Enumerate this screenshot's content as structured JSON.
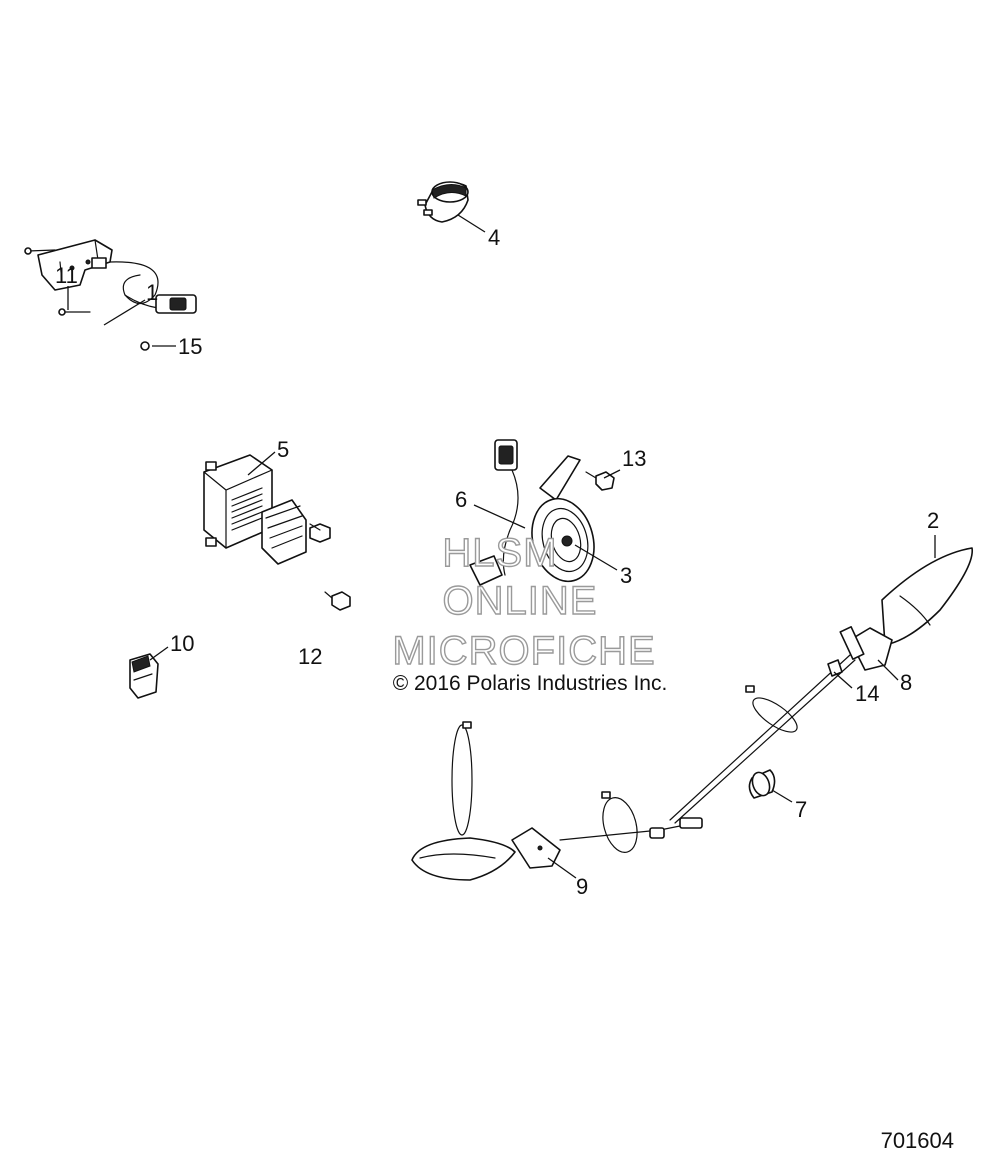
{
  "callouts": {
    "c1": "1",
    "c2": "2",
    "c3": "3",
    "c4": "4",
    "c5": "5",
    "c6": "6",
    "c7": "7",
    "c8": "8",
    "c9": "9",
    "c10": "10",
    "c11": "11",
    "c12": "12",
    "c13": "13",
    "c14": "14",
    "c15": "15"
  },
  "watermark": {
    "line1": "HLSM",
    "line2": "ONLINE",
    "line3": "MICROFICHE"
  },
  "copyright": "© 2016 Polaris Industries Inc.",
  "document_number": "701604"
}
